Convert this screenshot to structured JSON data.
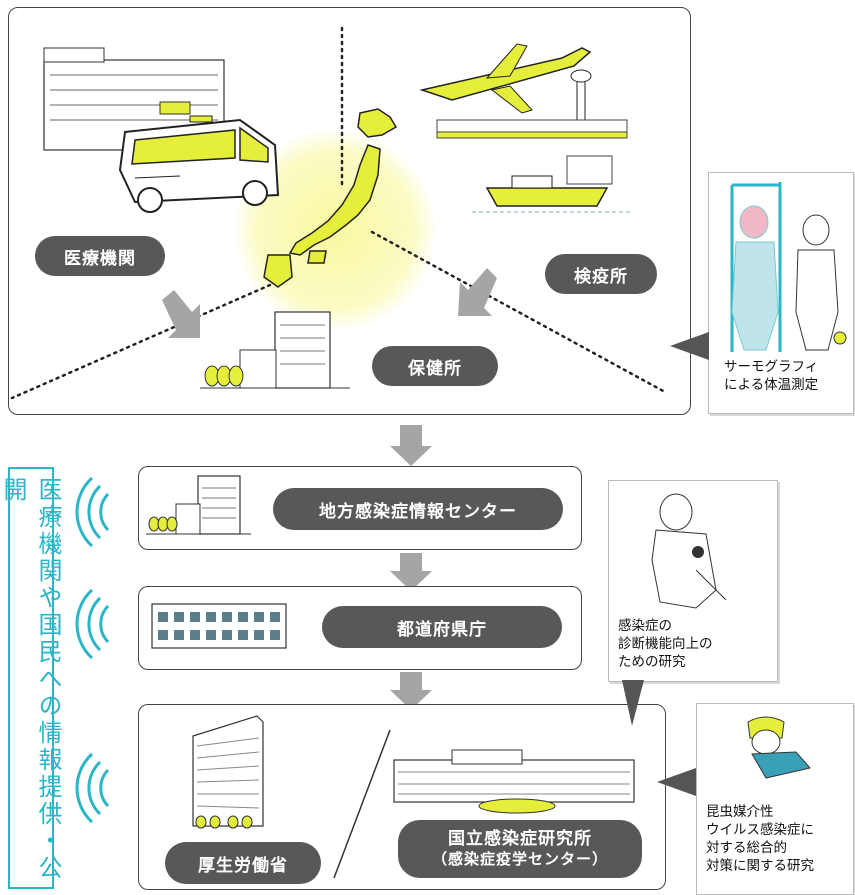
{
  "labels": {
    "medical": "医療機関",
    "quarantine": "検疫所",
    "health_center": "保健所",
    "local_center": "地方感染症情報センター",
    "prefecture": "都道府県庁",
    "mhlw": "厚生労働省",
    "niid_line1": "国立感染症研究所",
    "niid_line2": "（感染症疫学センター）"
  },
  "vertical_caption": "医療機関や国民への情報提供・公開",
  "callouts": {
    "thermo": "サーモグラフィ\nによる体温測定",
    "diagnosis": "感染症の\n診断機能向上の\nための研究",
    "insect": "昆虫媒介性\nウイルス感染症に\n対する総合的\n対策に関する研究"
  },
  "colors": {
    "accent_yellow": "#e6ee3c",
    "pill_gray": "#595757",
    "arrow_gray": "#a5a5a5",
    "cyan": "#2ab6c8"
  }
}
